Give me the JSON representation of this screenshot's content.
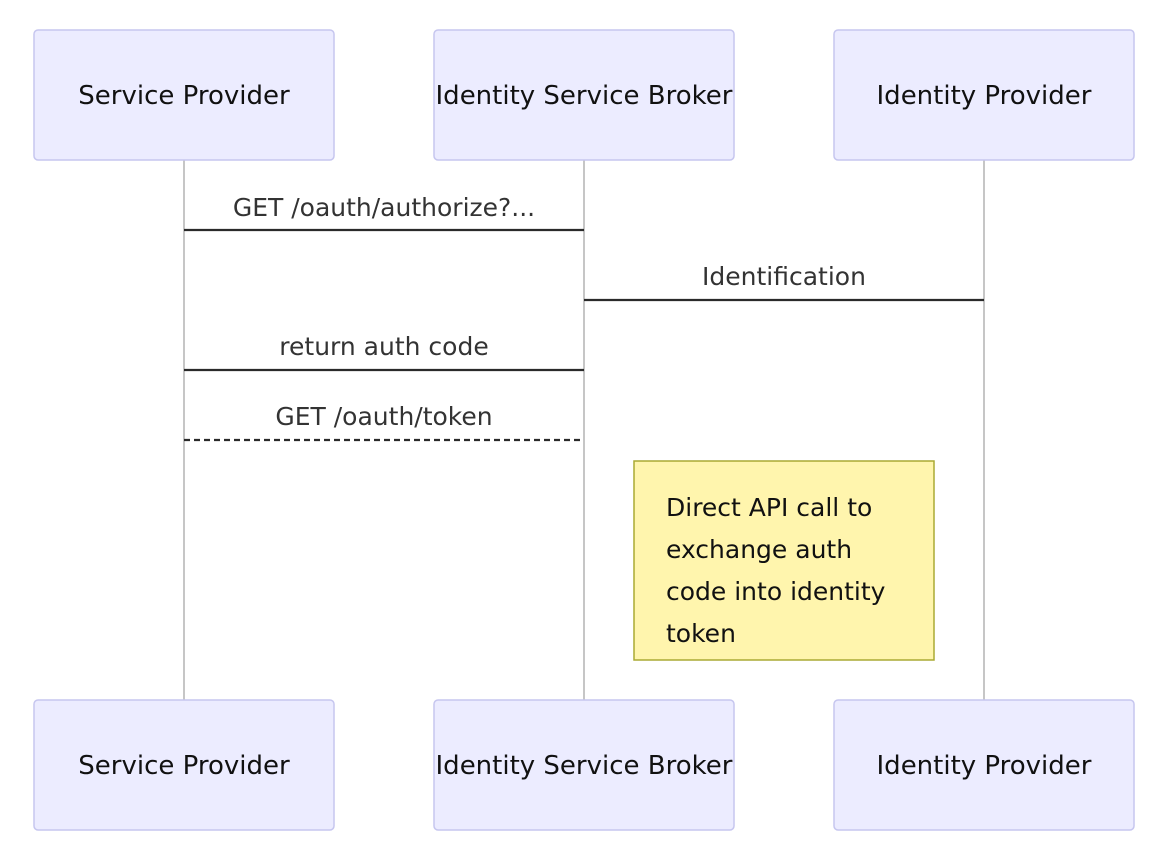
{
  "participants": {
    "service_provider": "Service Provider",
    "broker": "Identity Service Broker",
    "identity_provider": "Identity Provider"
  },
  "messages": {
    "authorize": "GET /oauth/authorize?...",
    "identification": "Identification",
    "return_code": "return auth code",
    "token": "GET /oauth/token"
  },
  "note": {
    "line1": "Direct API call to",
    "line2": "exchange auth",
    "line3": "code into identity",
    "line4": "token"
  }
}
